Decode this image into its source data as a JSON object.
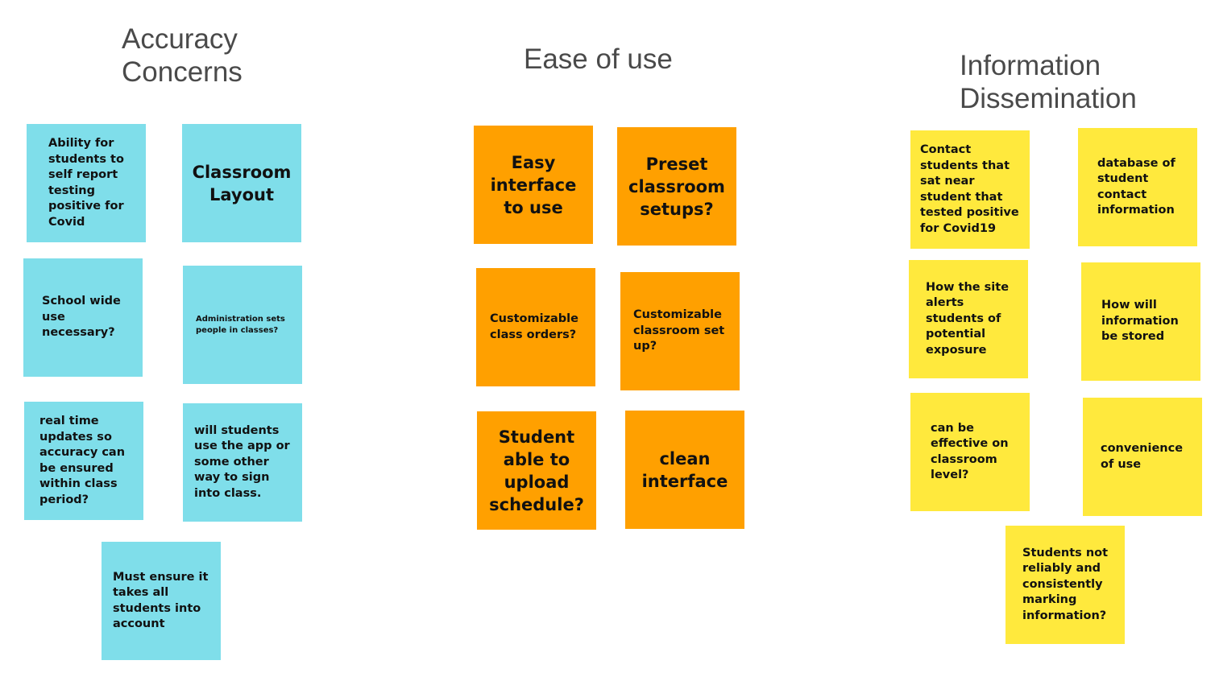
{
  "headings": {
    "accuracy_line1": "Accuracy",
    "accuracy_line2": "Concerns",
    "ease": "Ease of use",
    "info_line1": "Information",
    "info_line2": "Dissemination"
  },
  "colors": {
    "blue_note": "#7fdeea",
    "orange_note": "#ffa000",
    "yellow_note": "#ffe93d",
    "heading_text": "#4a4a4a"
  },
  "accuracy_notes": [
    "Ability for students to self report testing positive for Covid",
    "Classroom Layout",
    "School wide use necessary?",
    "Administration sets people in classes?",
    "real time updates so accuracy can be ensured within class period?",
    "will students use the app or some other way to sign into class.",
    "Must ensure it takes all students into account"
  ],
  "ease_notes": [
    "Easy interface to use",
    "Preset classroom setups?",
    "Customizable class orders?",
    "Customizable classroom set up?",
    "Student able to upload schedule?",
    "clean interface"
  ],
  "info_notes": [
    "Contact students that sat near student that tested positive for Covid19",
    "database of student contact information",
    "How the site alerts students of potential exposure",
    "How will information be stored",
    "can be effective on classroom level?",
    "convenience of use",
    "Students not reliably and consistently marking information?"
  ]
}
